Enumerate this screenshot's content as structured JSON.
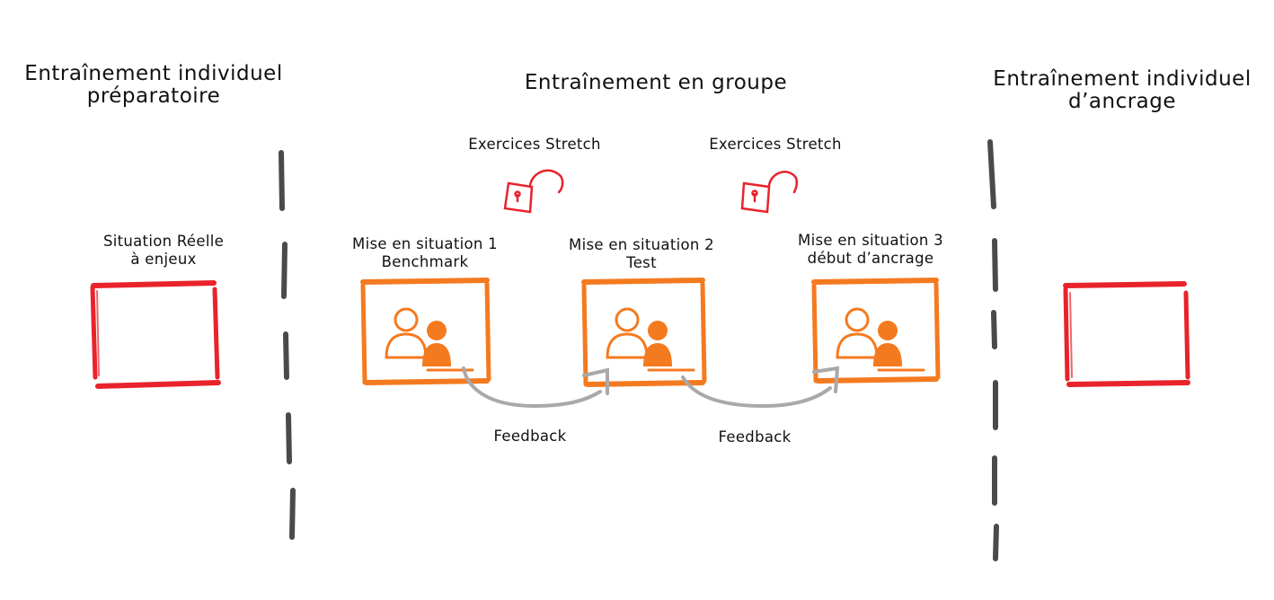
{
  "sections": {
    "left": {
      "title_lines": [
        "Entraînement individuel",
        "préparatoire"
      ]
    },
    "center": {
      "title": "Entraînement en groupe"
    },
    "right": {
      "title_lines": [
        "Entraînement individuel",
        "d’ancrage"
      ]
    }
  },
  "real_situation": {
    "label_lines": [
      "Situation Réelle",
      "à enjeux"
    ]
  },
  "stretch": [
    {
      "label": "Exercices Stretch",
      "icon": "unlocked-padlock-icon"
    },
    {
      "label": "Exercices Stretch",
      "icon": "unlocked-padlock-icon"
    }
  ],
  "situations": [
    {
      "lines": [
        "Mise en situation 1",
        "Benchmark"
      ]
    },
    {
      "lines": [
        "Mise en situation 2",
        "Test"
      ]
    },
    {
      "lines": [
        "Mise en situation 3",
        "début d’ancrage"
      ]
    }
  ],
  "feedback": [
    {
      "label": "Feedback"
    },
    {
      "label": "Feedback"
    }
  ],
  "colors": {
    "red": "#e8232b",
    "orange": "#f47a20",
    "dash": "#4a4a4a",
    "arrow": "#a9a9a9",
    "text": "#111111"
  }
}
